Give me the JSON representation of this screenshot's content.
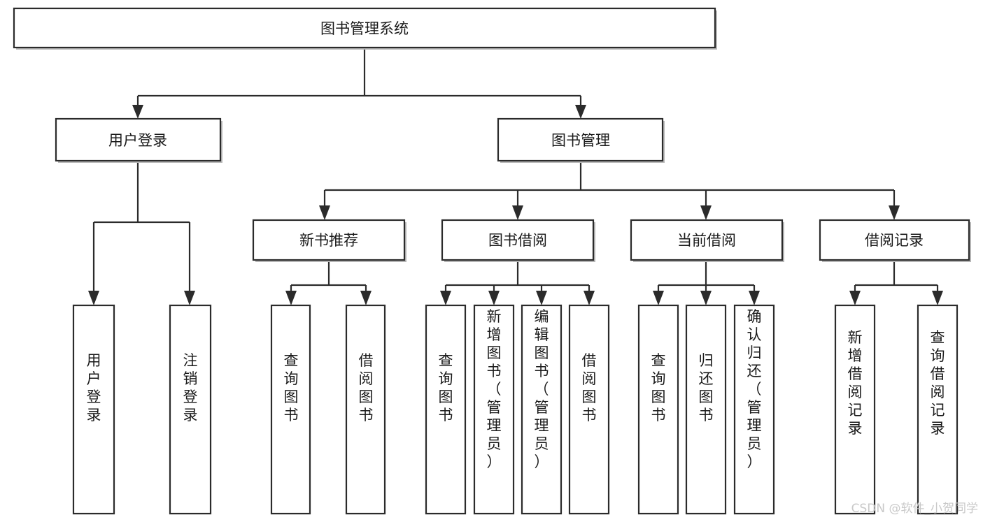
{
  "diagram": {
    "title": "图书管理系统",
    "type": "tree-hierarchy",
    "root": {
      "id": "root",
      "label": "图书管理系统",
      "orientation": "horizontal"
    },
    "level2": [
      {
        "id": "user-login",
        "label": "用户登录",
        "orientation": "horizontal"
      },
      {
        "id": "book-manage",
        "label": "图书管理",
        "orientation": "horizontal"
      }
    ],
    "level3": [
      {
        "id": "new-book-rec",
        "label": "新书推荐",
        "orientation": "horizontal",
        "parent": "book-manage"
      },
      {
        "id": "book-borrow",
        "label": "图书借阅",
        "orientation": "horizontal",
        "parent": "book-manage"
      },
      {
        "id": "current-borrow",
        "label": "当前借阅",
        "orientation": "horizontal",
        "parent": "book-manage"
      },
      {
        "id": "borrow-record",
        "label": "借阅记录",
        "orientation": "horizontal",
        "parent": "book-manage"
      }
    ],
    "leaves": [
      {
        "id": "leaf-user-login",
        "label": "用户登录",
        "orientation": "vertical",
        "parent": "user-login"
      },
      {
        "id": "leaf-logout",
        "label": "注销登录",
        "orientation": "vertical",
        "parent": "user-login"
      },
      {
        "id": "leaf-query-book-1",
        "label": "查询图书",
        "orientation": "vertical",
        "parent": "new-book-rec"
      },
      {
        "id": "leaf-borrow-book-1",
        "label": "借阅图书",
        "orientation": "vertical",
        "parent": "new-book-rec"
      },
      {
        "id": "leaf-query-book-2",
        "label": "查询图书",
        "orientation": "vertical",
        "parent": "book-borrow"
      },
      {
        "id": "leaf-add-book",
        "label": "新增图书（管理员）",
        "orientation": "vertical",
        "parent": "book-borrow"
      },
      {
        "id": "leaf-edit-book",
        "label": "编辑图书（管理员）",
        "orientation": "vertical",
        "parent": "book-borrow"
      },
      {
        "id": "leaf-borrow-book-2",
        "label": "借阅图书",
        "orientation": "vertical",
        "parent": "book-borrow"
      },
      {
        "id": "leaf-query-book-3",
        "label": "查询图书",
        "orientation": "vertical",
        "parent": "current-borrow"
      },
      {
        "id": "leaf-return-book",
        "label": "归还图书",
        "orientation": "vertical",
        "parent": "current-borrow"
      },
      {
        "id": "leaf-confirm-return",
        "label": "确认归还（管理员）",
        "orientation": "vertical",
        "parent": "current-borrow"
      },
      {
        "id": "leaf-add-record",
        "label": "新增借阅记录",
        "orientation": "vertical",
        "parent": "borrow-record"
      },
      {
        "id": "leaf-query-record",
        "label": "查询借阅记录",
        "orientation": "vertical",
        "parent": "borrow-record"
      }
    ],
    "watermark": "CSDN @软件_小贺同学",
    "colors": {
      "box_fill": "#ffffff",
      "box_stroke": "#2b2b2b",
      "text": "#1a1a1a",
      "watermark": "#c9c9c9",
      "background": "#ffffff"
    }
  }
}
